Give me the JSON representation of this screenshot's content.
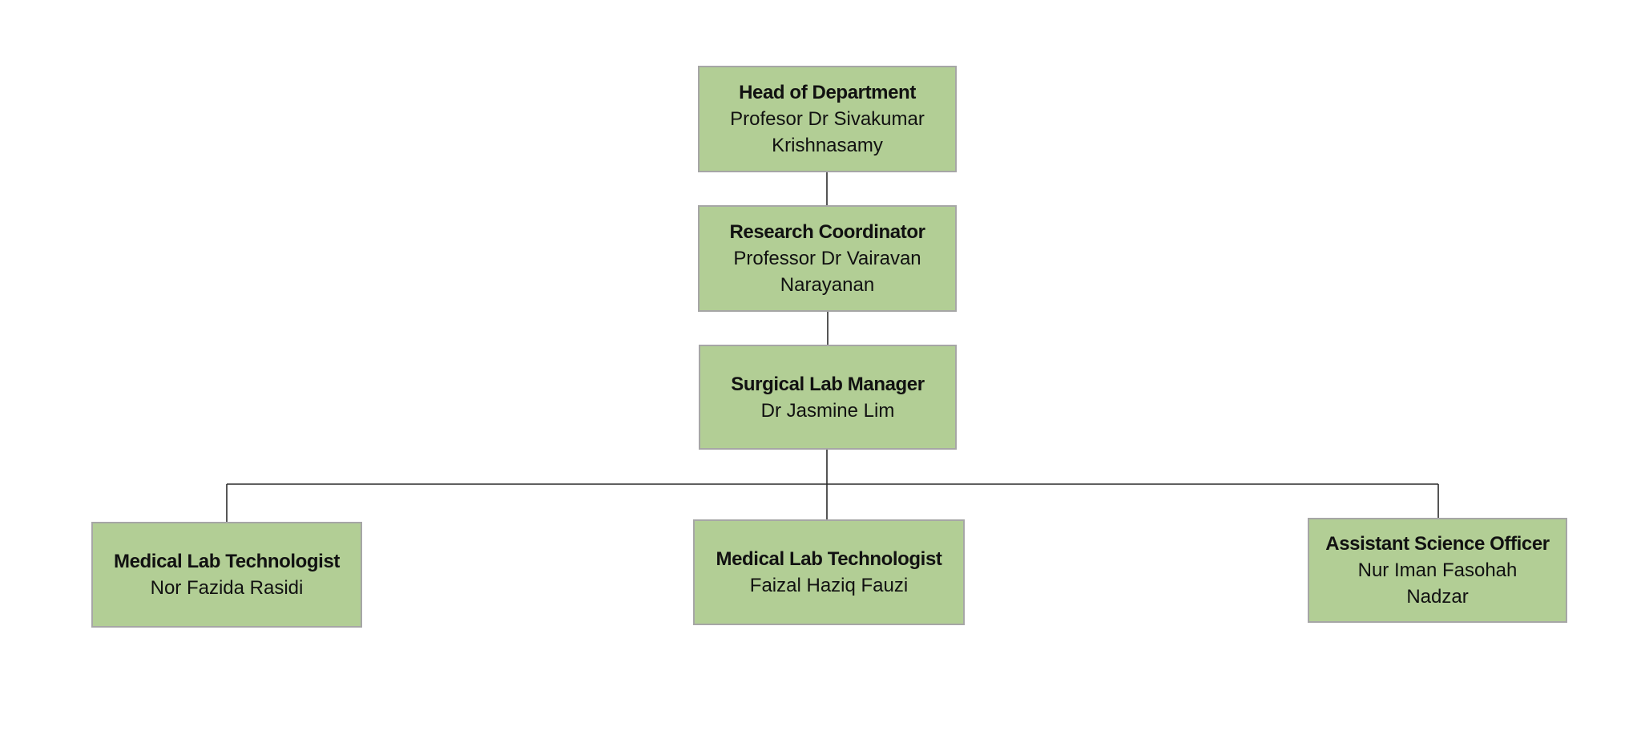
{
  "org_chart": {
    "colors": {
      "box_fill": "#b2ce95",
      "box_border": "#a6a6a6",
      "connector": "#2b2b2b",
      "text": "#111111"
    },
    "nodes": {
      "head": {
        "title": "Head of Department",
        "name": "Profesor Dr Sivakumar Krishnasamy"
      },
      "research_coordinator": {
        "title": "Research Coordinator",
        "name": "Professor Dr Vairavan Narayanan",
        "reports_to": "head"
      },
      "surgical_lab_manager": {
        "title": "Surgical Lab Manager",
        "name": "Dr Jasmine Lim",
        "reports_to": "research_coordinator"
      },
      "mlt_1": {
        "title": "Medical Lab Technologist",
        "name": "Nor Fazida Rasidi",
        "reports_to": "surgical_lab_manager"
      },
      "mlt_2": {
        "title": "Medical Lab Technologist",
        "name": "Faizal Haziq Fauzi",
        "reports_to": "surgical_lab_manager"
      },
      "aso": {
        "title": "Assistant Science Officer",
        "name": "Nur Iman Fasohah Nadzar",
        "reports_to": "surgical_lab_manager"
      }
    }
  }
}
